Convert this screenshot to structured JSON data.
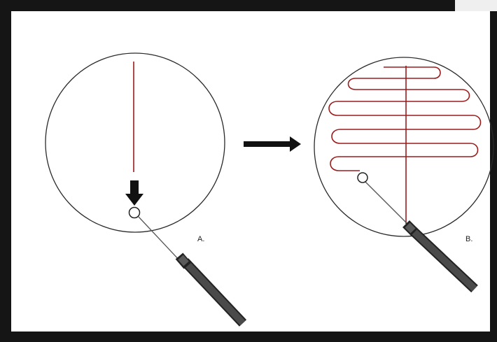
{
  "colors": {
    "frame": "#151515",
    "background": "#ffffff",
    "circle_stroke": "#2a2a2a",
    "streak": "#9b1c1c",
    "loop_handle": "#3d3d3d",
    "loop_wire": "#555555",
    "arrow": "#111111"
  },
  "panels": [
    {
      "id": "panel-a",
      "label": "A."
    },
    {
      "id": "panel-b",
      "label": "B."
    }
  ],
  "icons": {
    "down_arrow": "down-arrow-icon",
    "right_arrow": "right-arrow-icon",
    "inoculating_loop": "inoculating-loop-icon"
  }
}
